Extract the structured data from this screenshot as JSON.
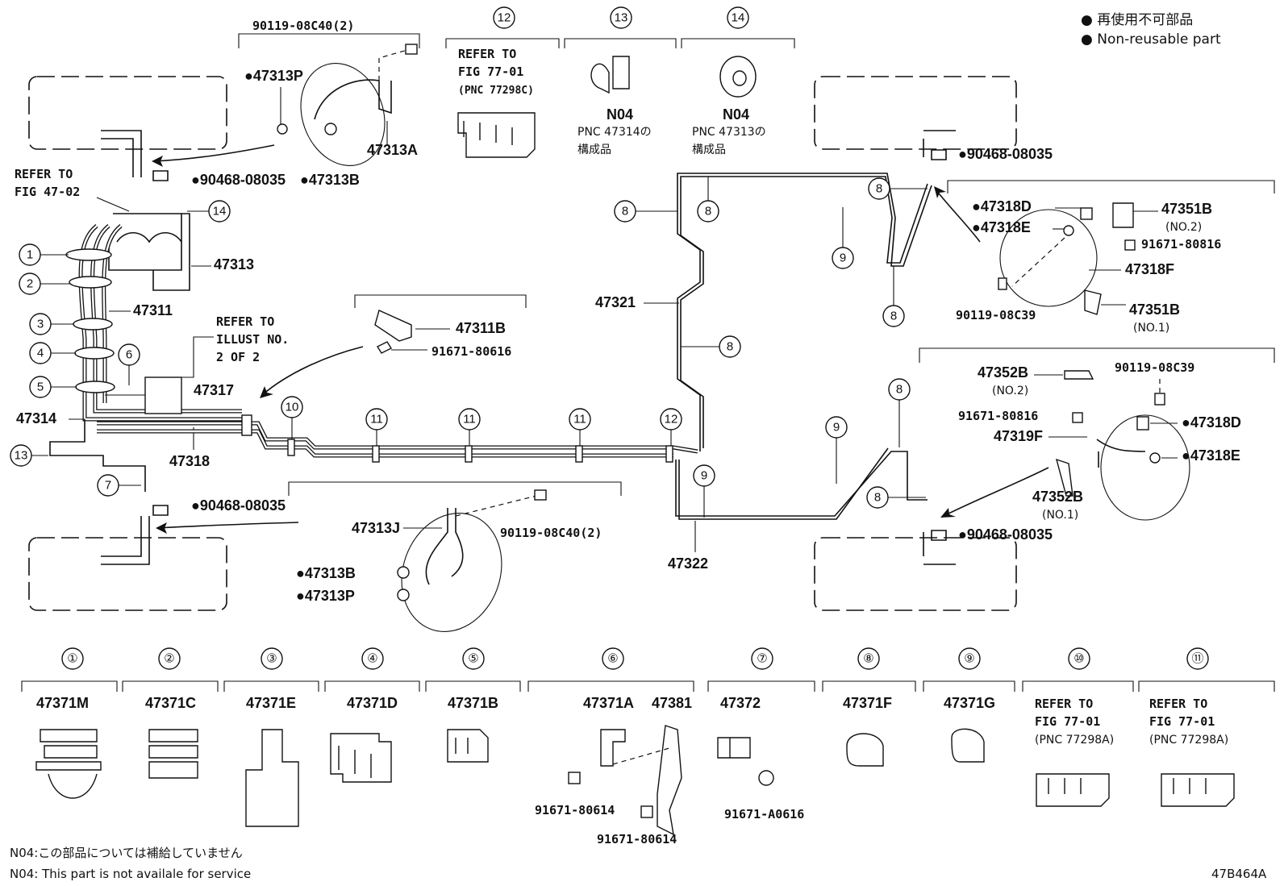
{
  "legend": {
    "line1": "● 再使用不可部品",
    "line2": "● Non-reusable part"
  },
  "footer": {
    "note_jp": "N04:この部品については補給していません",
    "note_en": "N04: This part is not availale for service",
    "figure_code": "47B464A"
  },
  "top_groups": [
    {
      "num": "⑫",
      "lines": [
        "REFER TO",
        "FIG 77-01",
        "(PNC 77298C)"
      ]
    },
    {
      "num": "⑬",
      "code": "N04",
      "lines": [
        "PNC 47314の",
        "構成品"
      ]
    },
    {
      "num": "⑭",
      "code": "N04",
      "lines": [
        "PNC 47313の",
        "構成品"
      ]
    }
  ],
  "labels": {
    "front_left_bolt": "90119-08C40(2)",
    "p47313P_a": "●47313P",
    "p47313A": "47313A",
    "p90468_a": "●90468-08035",
    "p47313B_a": "●47313B",
    "refer_47_02_l1": "REFER TO",
    "refer_47_02_l2": "FIG 47-02",
    "p47313": "47313",
    "p47311": "47311",
    "refer_illust_l1": "REFER TO",
    "refer_illust_l2": "ILLUST NO.",
    "refer_illust_l3": "2 OF 2",
    "p47317": "47317",
    "p47314": "47314",
    "p47318": "47318",
    "p90468_b": "●90468-08035",
    "p47311B": "47311B",
    "p91671_80616": "91671-80616",
    "p47313J": "47313J",
    "p90119_rear": "90119-08C40(2)",
    "p47313B_b": "●47313B",
    "p47313P_b": "●47313P",
    "p47321": "47321",
    "p47322": "47322",
    "p90468_c": "●90468-08035",
    "p47318D_a": "●47318D",
    "p47318E_a": "●47318E",
    "p47351B_2": "47351B",
    "no2_a": "(NO.2)",
    "p91671_80816_a": "91671-80816",
    "p47318F": "47318F",
    "p90119_08C39_a": "90119-08C39",
    "p47351B_1": "47351B",
    "no1_a": "(NO.1)",
    "p47352B_2": "47352B",
    "no2_b": "(NO.2)",
    "p90119_08C39_b": "90119-08C39",
    "p91671_80816_b": "91671-80816",
    "p47318D_b": "●47318D",
    "p47319F": "47319F",
    "p47318E_b": "●47318E",
    "p47352B_1": "47352B",
    "no1_b": "(NO.1)",
    "p90468_d": "●90468-08035"
  },
  "clamps": [
    {
      "num": "①",
      "part": "47371M"
    },
    {
      "num": "②",
      "part": "47371C"
    },
    {
      "num": "③",
      "part": "47371E"
    },
    {
      "num": "④",
      "part": "47371D"
    },
    {
      "num": "⑤",
      "part": "47371B"
    },
    {
      "num": "⑥",
      "part": "47371A",
      "part2": "47381",
      "bolt1": "91671-80614",
      "bolt2": "91671-80614"
    },
    {
      "num": "⑦",
      "part": "47372",
      "bolt1": "91671-A0616"
    },
    {
      "num": "⑧",
      "part": "47371F"
    },
    {
      "num": "⑨",
      "part": "47371G"
    },
    {
      "num": "⑩",
      "lines": [
        "REFER TO",
        "FIG 77-01",
        "(PNC 77298A)"
      ]
    },
    {
      "num": "⑪",
      "lines": [
        "REFER TO",
        "FIG 77-01",
        "(PNC 77298A)"
      ]
    }
  ],
  "callouts": {
    "c1": "1",
    "c2": "2",
    "c3": "3",
    "c4": "4",
    "c5": "5",
    "c6": "6",
    "c7": "7",
    "c8": "8",
    "c9": "9",
    "c10": "10",
    "c11": "11",
    "c12": "12",
    "c13": "13",
    "c14": "14"
  }
}
